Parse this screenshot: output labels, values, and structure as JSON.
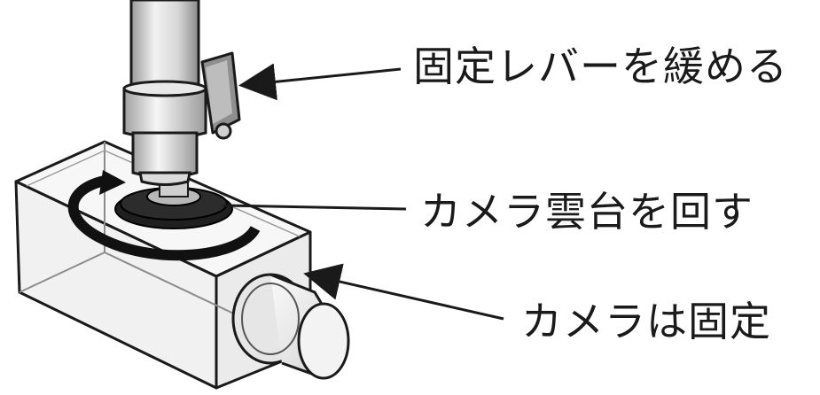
{
  "labels": {
    "loosen_lever": "固定レバーを緩める",
    "rotate_head": "カメラ雲台を回す",
    "camera_fixed": "カメラは固定"
  },
  "colors": {
    "ink": "#1a1a1a",
    "metal_light": "#eeeeee",
    "metal_mid": "#cfcfcf",
    "metal_dark": "#8c8c8c",
    "disc": "#1f1f1f",
    "box_face": "#f4f4f4"
  },
  "icons": {
    "lever": "lever-icon",
    "rotation": "rotation-arrow-icon"
  }
}
